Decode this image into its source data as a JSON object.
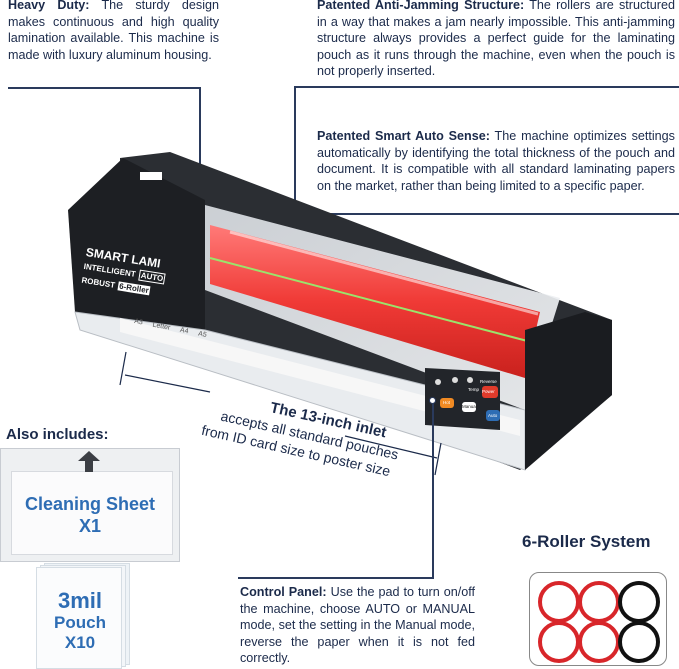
{
  "callouts": {
    "heavy_duty": {
      "title": "Heavy Duty:",
      "body": "The sturdy design makes continuous and high quality lamination available. This machine is made with luxury aluminum housing."
    },
    "anti_jamming": {
      "title": "Patented Anti-Jamming Structure:",
      "body": "The rollers are structured in a way that makes a jam nearly impossible. This anti-jamming structure always provides a perfect guide for the laminating pouch as it runs through the machine, even when the pouch is not properly inserted."
    },
    "auto_sense": {
      "title": "Patented Smart Auto Sense:",
      "body": "The machine optimizes settings automatically by identifying the total thickness of the pouch and document. It is compatible with all standard laminating papers on the market, rather than being limited to a specific paper."
    },
    "control_panel": {
      "title": "Control Panel:",
      "body": "Use the pad to turn on/off the machine, choose AUTO or MANUAL mode, set the setting in the Manual mode, reverse the paper when it is not fed correctly."
    }
  },
  "inlet": {
    "title": "The 13-inch inlet",
    "line1": "accepts all standard pouches",
    "line2": "from ID card size to poster size"
  },
  "machine": {
    "brand": "SMART LAMI",
    "sub1": "INTELLIGENT",
    "sub1b": "AUTO",
    "sub2": "ROBUST",
    "sub2b": "6-Roller",
    "paper_marks": [
      "A3",
      "Letter",
      "A4",
      "A5"
    ],
    "buttons": {
      "temp": "Temp",
      "hot": "Hot",
      "manual": "Manual",
      "auto": "Auto",
      "reverse": "Reverse",
      "power": "Power"
    }
  },
  "includes": {
    "heading": "Also includes:",
    "cleaning_sheet": "Cleaning Sheet",
    "cleaning_qty": "X1",
    "pouch_size": "3mil",
    "pouch_label": "Pouch",
    "pouch_qty": "X10"
  },
  "roller_system": {
    "title": "6-Roller System"
  },
  "colors": {
    "navy": "#1b2a4a",
    "roller_red": "#e8332f",
    "accent_blue": "#2e6db4"
  }
}
